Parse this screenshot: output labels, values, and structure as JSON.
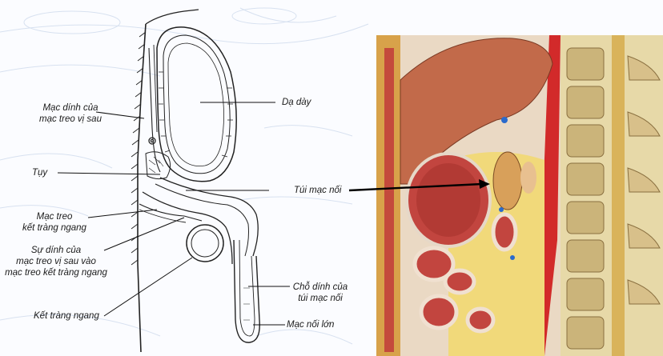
{
  "labels": {
    "mesentery_adhesion": [
      "Mạc dính của",
      "mạc treo vị sau"
    ],
    "stomach": "Dạ dày",
    "pancreas": "Tụy",
    "omental_bursa": "Túi mạc nối",
    "transverse_mesocolon": [
      "Mạc treo",
      "kết tràng ngang"
    ],
    "fusion_text": [
      "Sự dính của",
      "mạc treo vị sau vào",
      "mạc treo kết tràng ngang"
    ],
    "bursa_adhesion": [
      "Chỗ dính của",
      "túi mạc nối"
    ],
    "transverse_colon": "Kết tràng ngang",
    "greater_omentum": "Mạc nối lớn"
  },
  "colors": {
    "line": "#222222",
    "background": "#fbfcff",
    "watermark": "#c9d6ea",
    "liver": "#c26a4a",
    "organ_red": "#c2453f",
    "spine": "#e7d9a8",
    "artery": "#d22a2a",
    "fat": "#f1d97a"
  }
}
